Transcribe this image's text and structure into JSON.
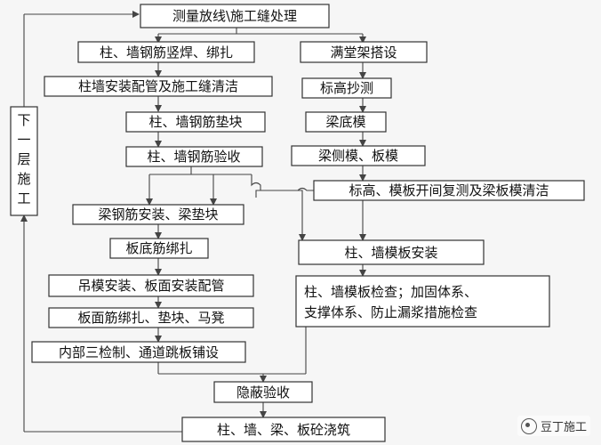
{
  "nodes": {
    "n1": "测量放线\\施工缝处理",
    "n2": "柱、墙钢筋竖焊、绑扎",
    "n3": "满堂架搭设",
    "n4": "柱墙安装配管及施工缝清洁",
    "n5": "标高抄测",
    "n6": "柱、墙钢筋垫块",
    "n7": "梁底模",
    "n8": "柱、墙钢筋验收",
    "n9": "梁侧模、板模",
    "n10": "标高、模板开间复测及梁板模清洁",
    "n11": "梁钢筋安装、梁垫块",
    "n12": "板底筋绑扎",
    "n13": "柱、墙模板安装",
    "n14": "吊模安装、板面安装配管",
    "n15_line1": "柱、墙模板检查；加固体系、",
    "n15_line2": "支撑体系、防止漏浆措施检查",
    "n16": "板面筋绑扎、垫块、马凳",
    "n17": "内部三检制、通道跳板铺设",
    "n18": "隐蔽验收",
    "n19": "柱、墙、梁、板砼浇筑",
    "loop": [
      "下",
      "一",
      "层",
      "施",
      "工"
    ]
  },
  "watermark": "豆丁施工"
}
